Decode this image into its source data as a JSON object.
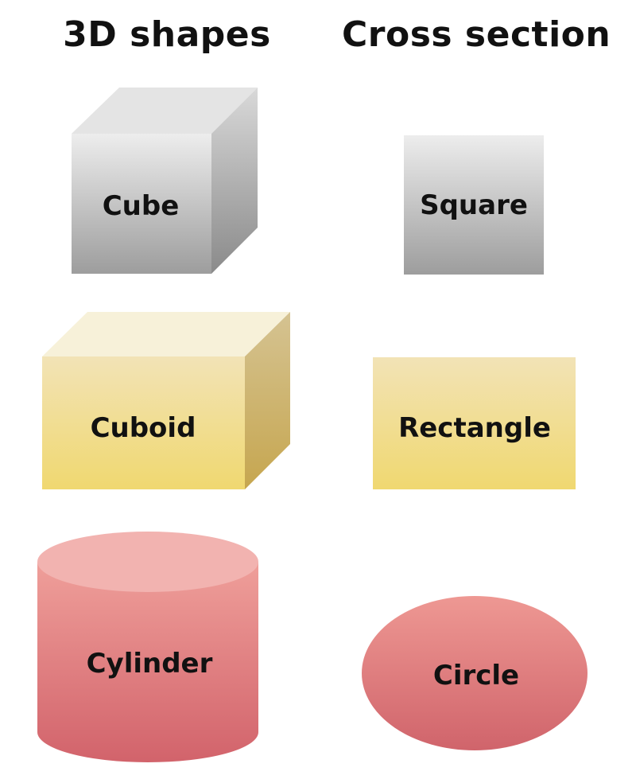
{
  "headings": {
    "left": "3D shapes",
    "right": "Cross section"
  },
  "shapes_3d": [
    {
      "name": "cube",
      "label": "Cube"
    },
    {
      "name": "cuboid",
      "label": "Cuboid"
    },
    {
      "name": "cylinder",
      "label": "Cylinder"
    }
  ],
  "cross_sections": [
    {
      "name": "square",
      "label": "Square"
    },
    {
      "name": "rectangle",
      "label": "Rectangle"
    },
    {
      "name": "circle",
      "label": "Circle"
    }
  ],
  "colors": {
    "gray_light": "#ededed",
    "gray_dark": "#9d9d9d",
    "yellow_light": "#f1deab",
    "yellow_dark": "#f0d870",
    "red_light": "#ee9a96",
    "red_dark": "#d1636a"
  }
}
